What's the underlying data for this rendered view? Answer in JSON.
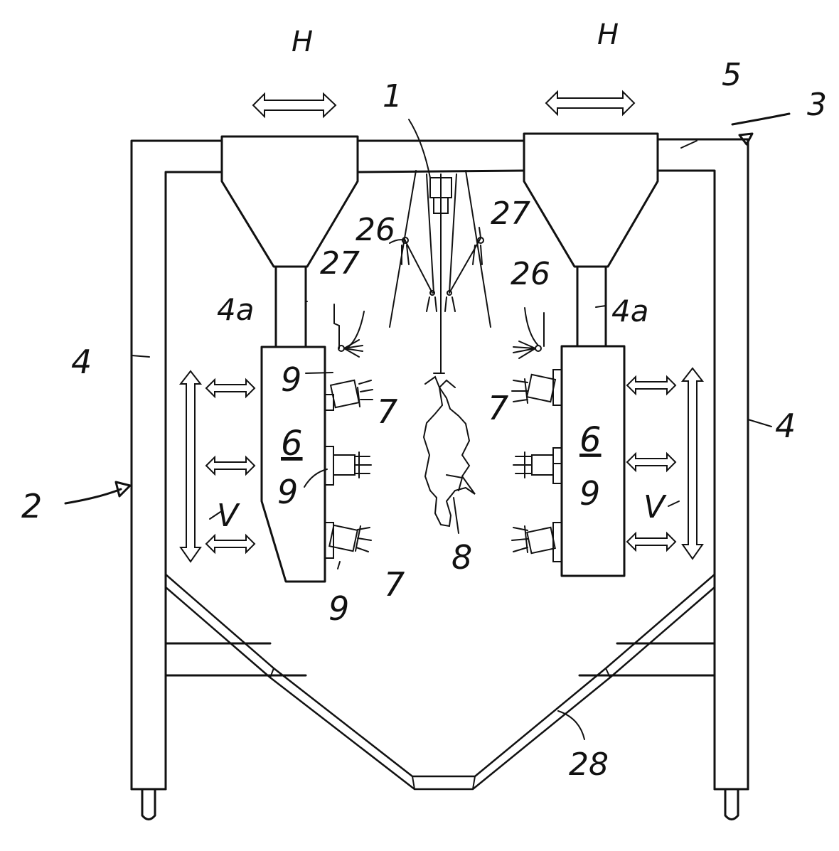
{
  "labels": {
    "H_left": "H",
    "H_right": "H",
    "ref_1": "1",
    "ref_5": "5",
    "ref_3": "3",
    "ref_26_top": "26",
    "ref_27_top": "27",
    "ref_27_left": "27",
    "ref_26_right": "26",
    "ref_4a_left": "4a",
    "ref_4a_right": "4a",
    "ref_4_left": "4",
    "ref_4_right": "4",
    "ref_9_a": "9",
    "ref_6_left": "6",
    "ref_9_b": "9",
    "ref_9_c": "9",
    "ref_7_a": "7",
    "ref_7_b": "7",
    "ref_7_c": "7",
    "ref_6_right": "6",
    "ref_9_right": "9",
    "ref_V_left": "V",
    "ref_V_right": "V",
    "ref_8": "8",
    "ref_2": "2",
    "ref_28": "28"
  }
}
